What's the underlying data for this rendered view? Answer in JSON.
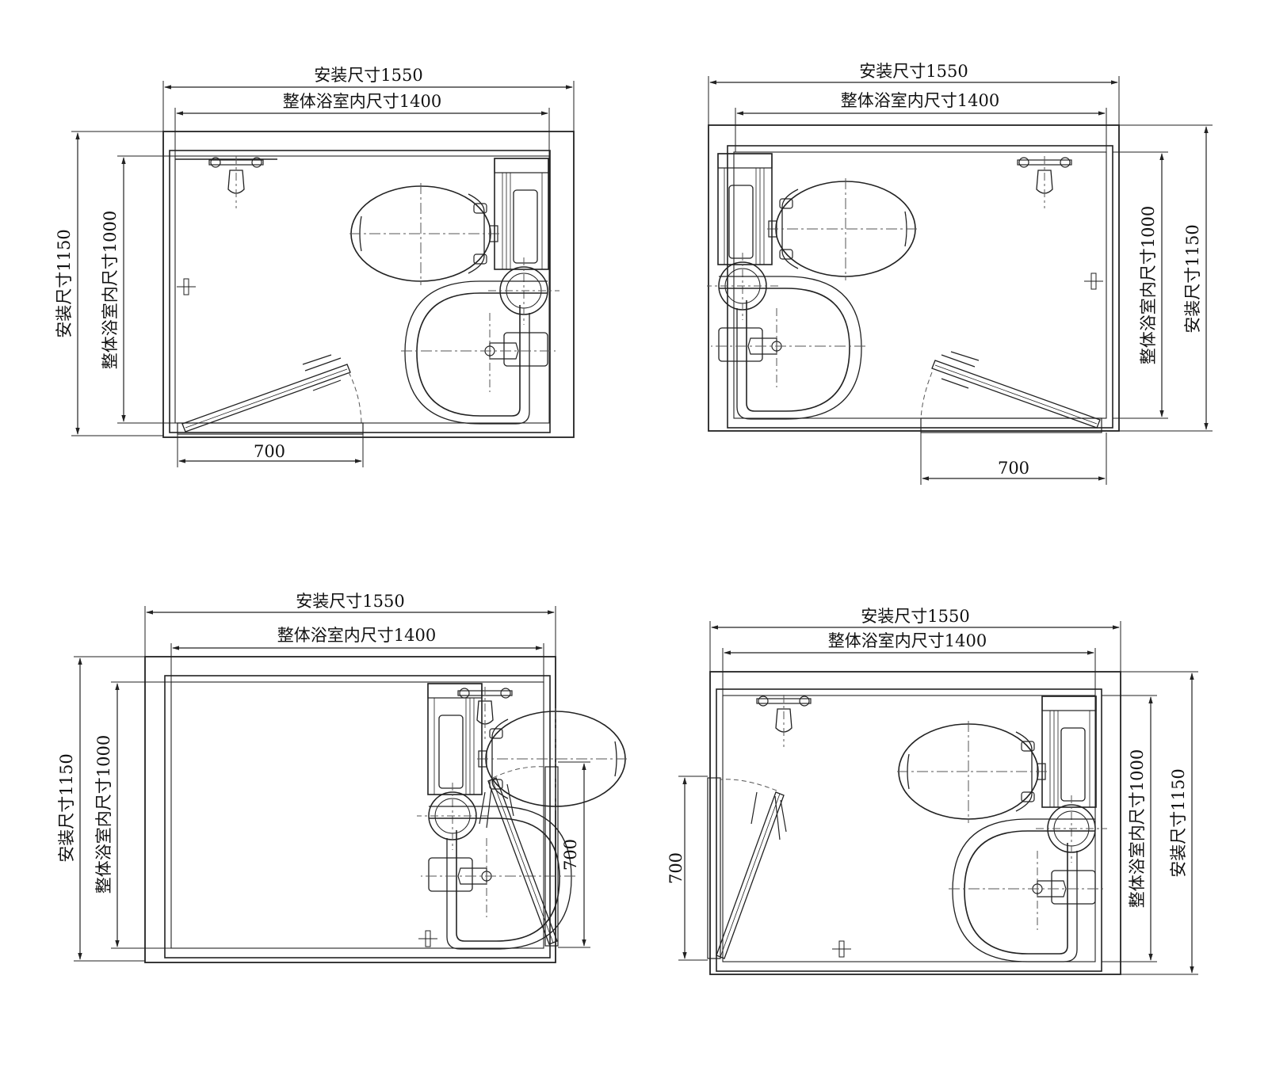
{
  "plans": [
    {
      "id": "plan-1",
      "install_width": "安装尺寸1550",
      "inner_width": "整体浴室内尺寸1400",
      "install_height": "安装尺寸1150",
      "inner_height": "整体浴室内尺寸1000",
      "door_width": "700"
    },
    {
      "id": "plan-2",
      "install_width": "安装尺寸1550",
      "inner_width": "整体浴室内尺寸1400",
      "install_height": "安装尺寸1150",
      "inner_height": "整体浴室内尺寸1000",
      "door_width": "700"
    },
    {
      "id": "plan-3",
      "install_width": "安装尺寸1550",
      "inner_width": "整体浴室内尺寸1400",
      "install_height": "安装尺寸1150",
      "inner_height": "整体浴室内尺寸1000",
      "door_width": "700"
    },
    {
      "id": "plan-4",
      "install_width": "安装尺寸1550",
      "inner_width": "整体浴室内尺寸1400",
      "install_height": "安装尺寸1150",
      "inner_height": "整体浴室内尺寸1000",
      "door_width": "700"
    }
  ],
  "colors": {
    "line": "#222222",
    "dash": "#555555"
  }
}
